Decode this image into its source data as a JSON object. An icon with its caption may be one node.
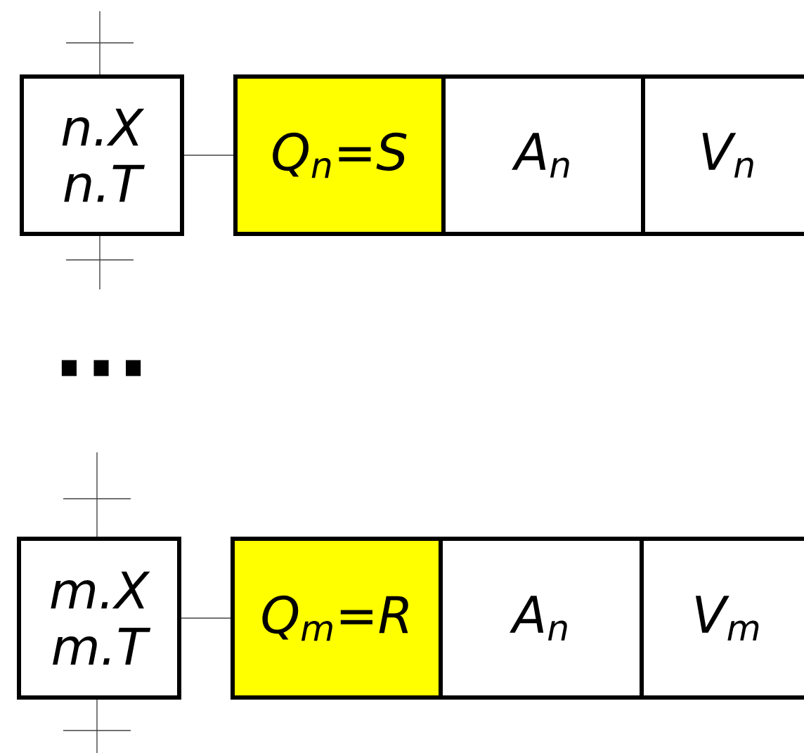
{
  "diagram": {
    "nodes": [
      {
        "text": [
          "n.X n.T"
        ]
      },
      {
        "text": [
          "Q$_{n}$=S"
        ]
      },
      {
        "text": [
          "A$_{n}$"
        ]
      },
      {
        "text": [
          "V$_{n}$"
        ]
      },
      {
        "text": [
          "m.X m.T"
        ]
      },
      {
        "text": [
          "Q$_{m}$=R"
        ]
      },
      {
        "text": [
          "A$_{n}$"
        ]
      },
      {
        "text": [
          "V$_{m}$"
        ]
      }
    ],
    "edges": [
      {
        "from": 0,
        "to": 1,
        "arrow": "none"
      },
      {
        "from": 4,
        "to": 5,
        "arrow": "none"
      }
    ],
    "labels": [
      "..."
    ]
  }
}
